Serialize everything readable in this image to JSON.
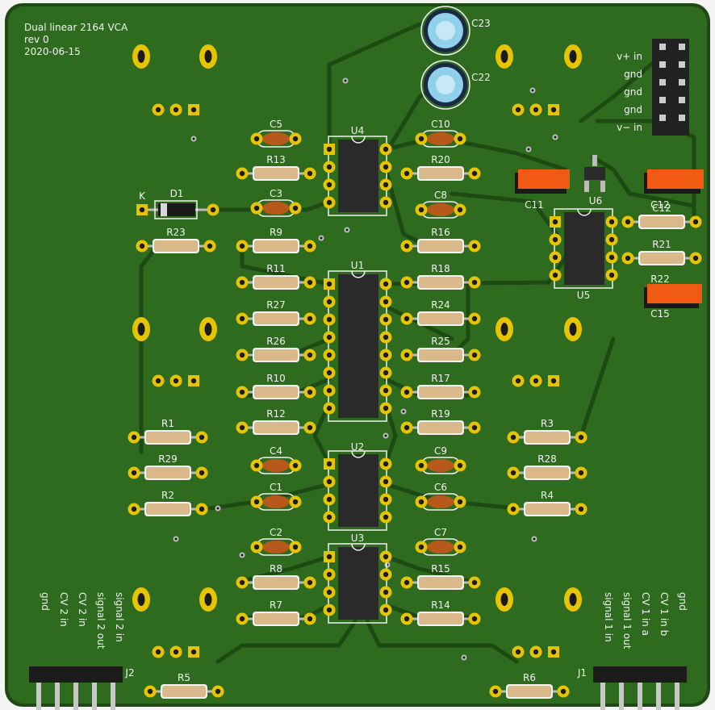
{
  "board": {
    "title": "Dual linear 2164 VCA",
    "revision": "rev 0",
    "date": "2020-06-15",
    "colors": {
      "substrate": "#1f4a14",
      "copper_fill": "#2f6b1f",
      "trace": "#1d4a12",
      "pad": "#e6c400",
      "silkscreen": "#f2f2f2",
      "resistor_body": "#d9b98a",
      "capacitor_body": "#b8591c",
      "ic_body": "#2a2a2a",
      "electrolytic": "#8fd0ea",
      "smd_cap": "#f05a12"
    }
  },
  "labels": {
    "U1": "U1",
    "U2": "U2",
    "U3": "U3",
    "U4": "U4",
    "U5": "U5",
    "U6": "U6",
    "C1": "C1",
    "C2": "C2",
    "C3": "C3",
    "C4": "C4",
    "C5": "C5",
    "C6": "C6",
    "C7": "C7",
    "C8": "C8",
    "C9": "C9",
    "C10": "C10",
    "C11": "C11",
    "C12": "C12",
    "C15": "C15",
    "C22": "C22",
    "C23": "C23",
    "R1": "R1",
    "R2": "R2",
    "R3": "R3",
    "R4": "R4",
    "R5": "R5",
    "R6": "R6",
    "R7": "R7",
    "R8": "R8",
    "R9": "R9",
    "R10": "R10",
    "R11": "R11",
    "R12": "R12",
    "R13": "R13",
    "R14": "R14",
    "R15": "R15",
    "R16": "R16",
    "R17": "R17",
    "R18": "R18",
    "R19": "R19",
    "R20": "R20",
    "R21": "R21",
    "R22": "R22",
    "R23": "R23",
    "R24": "R24",
    "R25": "R25",
    "R26": "R26",
    "R27": "R27",
    "R28": "R28",
    "R29": "R29",
    "D1": "D1",
    "K": "K",
    "J1": "J1",
    "J2": "J2"
  },
  "power_header_pins": [
    "v+ in",
    "gnd",
    "gnd",
    "gnd",
    "v− in"
  ],
  "j1_pins": [
    "signal 1 in",
    "signal 1 out",
    "CV 1 in a",
    "CV 1 in b",
    "gnd"
  ],
  "j2_pins": [
    "gnd",
    "CV 2 in",
    "CV 2 in",
    "signal 2 out",
    "signal 2 in"
  ]
}
